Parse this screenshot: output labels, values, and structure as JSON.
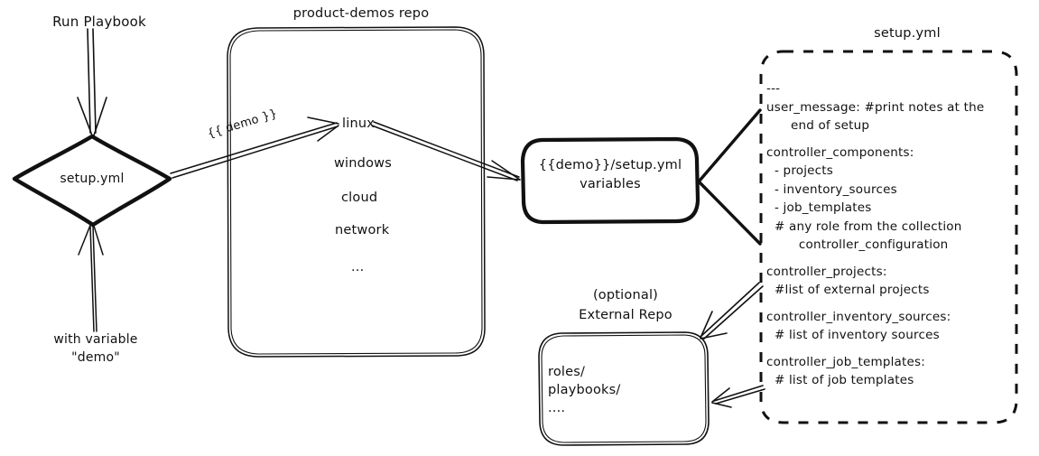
{
  "diagram": {
    "title": "product-demos repo setup.yml flow",
    "stroke_color": "#111111",
    "background": "#ffffff"
  },
  "nodes": {
    "run_playbook_label": "Run Playbook",
    "setup_diamond_label": "setup.yml",
    "with_variable_label_line1": "with variable",
    "with_variable_label_line2": "\"demo\"",
    "repo_title": "product-demos repo",
    "repo_items": [
      "linux",
      "windows",
      "cloud",
      "network",
      "..."
    ],
    "variables_box_line1": "{{demo}}/setup.yml",
    "variables_box_line2": "variables",
    "external_repo_title_line1": "(optional)",
    "external_repo_title_line2": "External Repo",
    "external_repo_items": [
      "roles/",
      "playbooks/",
      "...."
    ],
    "setup_yml_title": "setup.yml"
  },
  "edges": {
    "demo_var_label": "{{ demo }}"
  },
  "setup_yml_content": {
    "lines": [
      "---",
      "user_message: #print notes at the",
      "      end of setup",
      "",
      "controller_components:",
      "  - projects",
      "  - inventory_sources",
      "  - job_templates",
      "  # any role from the collection",
      "        controller_configuration",
      "",
      "controller_projects:",
      "  #list of external projects",
      "",
      "controller_inventory_sources:",
      "  # list of inventory sources",
      "",
      "controller_job_templates:",
      "  # list of job templates"
    ]
  }
}
